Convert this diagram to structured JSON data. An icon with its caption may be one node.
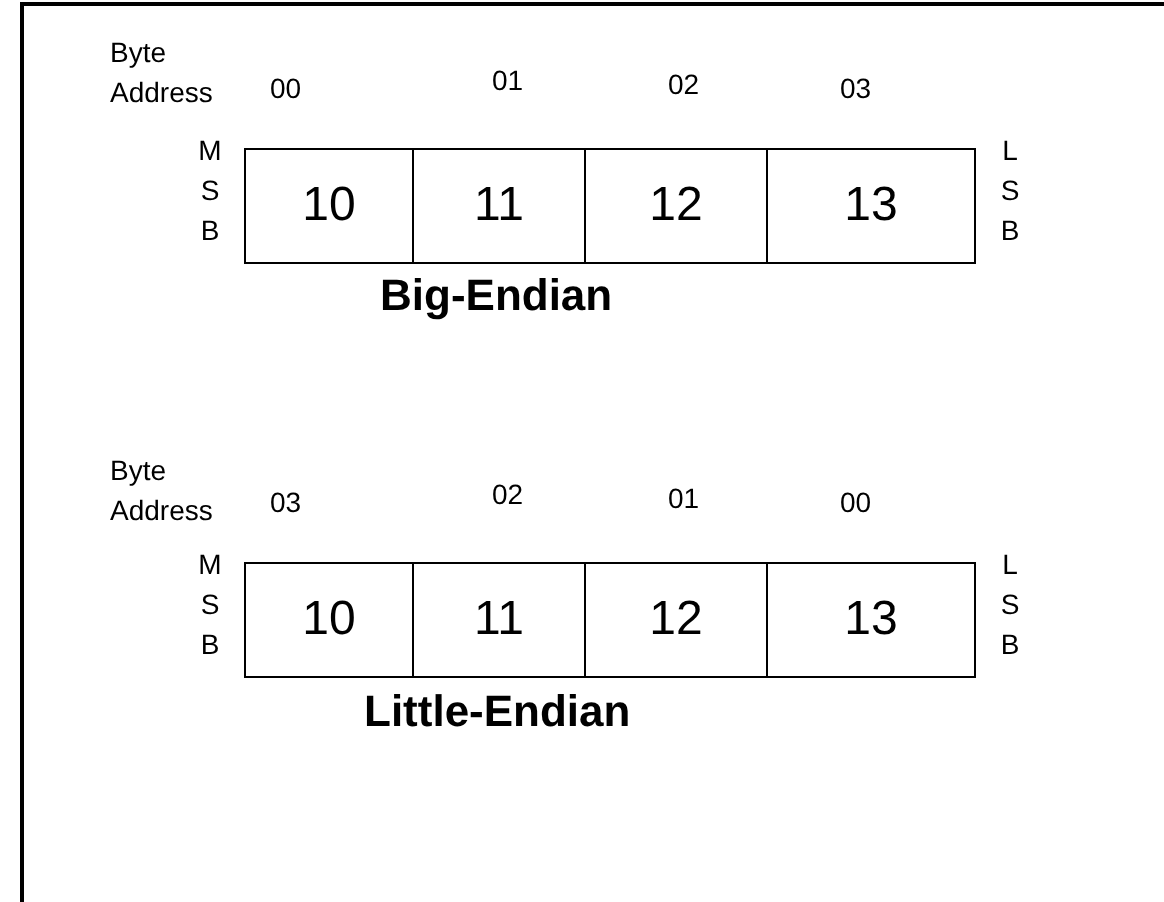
{
  "diagram": {
    "nodes": [
      {
        "text": [
          "10"
        ]
      },
      {
        "text": [
          "11"
        ]
      },
      {
        "text": [
          "12"
        ]
      },
      {
        "text": [
          "13"
        ]
      },
      {
        "text": [
          "10"
        ]
      },
      {
        "text": [
          "11"
        ]
      },
      {
        "text": [
          "12"
        ]
      },
      {
        "text": [
          "13"
        ]
      }
    ],
    "labels": [
      "Byte Address",
      "00",
      "01",
      "02",
      "03",
      "M S B",
      "L S B",
      "Big-Endian",
      "Byte Address",
      "03",
      "02",
      "01",
      "00",
      "M S B",
      "L S B",
      "Little-Endian"
    ]
  }
}
